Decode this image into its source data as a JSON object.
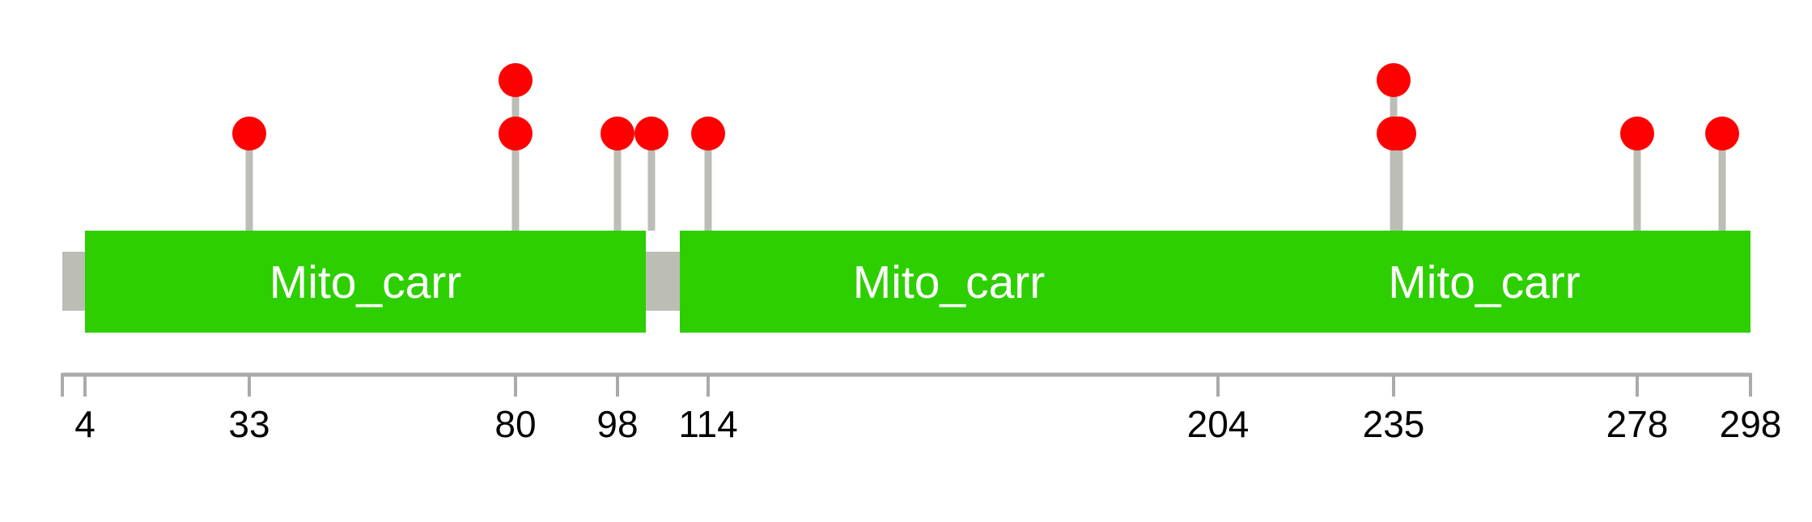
{
  "chart_data": {
    "type": "lollipop",
    "protein_length": 298,
    "colors": {
      "domain": "#2ecf00",
      "backbone": "#bcbeb6",
      "stem": "#bcbeb6",
      "head": "#ff0000",
      "axis": "#aaaaaa",
      "label": "#ffffff"
    },
    "backbone": {
      "start": 0,
      "end": 298
    },
    "domains": [
      {
        "name": "Mito_carr",
        "start": 4,
        "end": 103
      },
      {
        "name": "Mito_carr",
        "start": 109,
        "end": 204
      },
      {
        "name": "Mito_carr",
        "start": 204,
        "end": 298
      }
    ],
    "mutations": [
      {
        "position": 33,
        "count": 1
      },
      {
        "position": 80,
        "count": 2
      },
      {
        "position": 98,
        "count": 1
      },
      {
        "position": 104,
        "count": 1
      },
      {
        "position": 114,
        "count": 1
      },
      {
        "position": 235,
        "count": 2
      },
      {
        "position": 236,
        "count": 1
      },
      {
        "position": 278,
        "count": 1
      },
      {
        "position": 293,
        "count": 1
      }
    ],
    "axis_ticks": [
      "4",
      "33",
      "80",
      "98",
      "114",
      "204",
      "235",
      "278",
      "298"
    ]
  }
}
